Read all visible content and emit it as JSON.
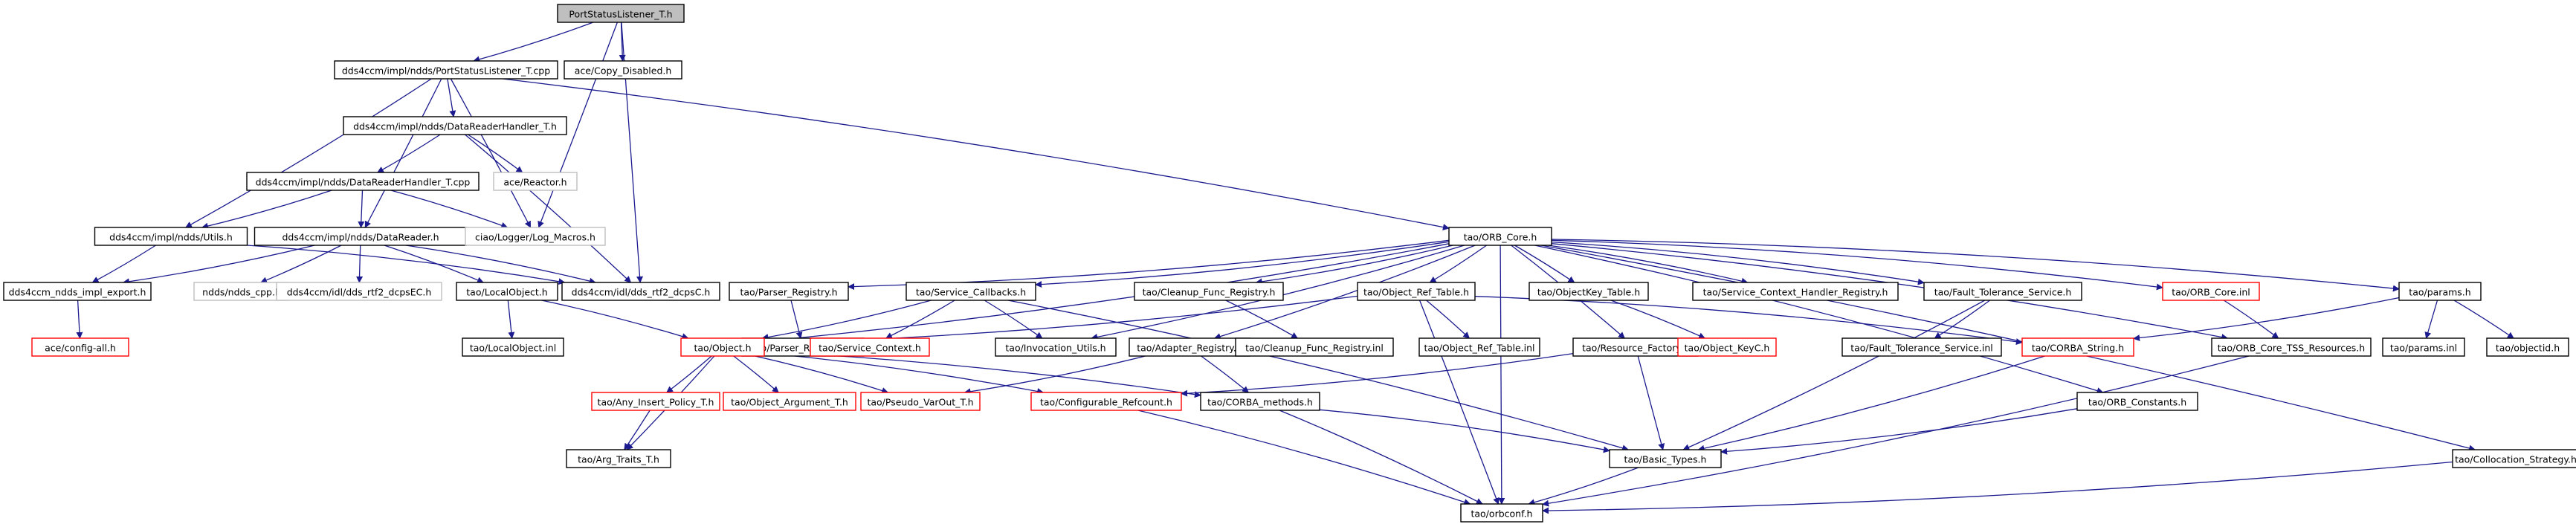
{
  "graph": {
    "nodes": [
      {
        "id": "root",
        "label": "PortStatusListener_T.h",
        "style": "root"
      },
      {
        "id": "pslcpp",
        "label": "dds4ccm/impl/ndds/PortStatusListener_T.cpp",
        "style": "normal"
      },
      {
        "id": "copydis",
        "label": "ace/Copy_Disabled.h",
        "style": "normal"
      },
      {
        "id": "drh",
        "label": "dds4ccm/impl/ndds/DataReaderHandler_T.h",
        "style": "normal"
      },
      {
        "id": "drhcpp",
        "label": "dds4ccm/impl/ndds/DataReaderHandler_T.cpp",
        "style": "normal"
      },
      {
        "id": "reactor",
        "label": "ace/Reactor.h",
        "style": "gray"
      },
      {
        "id": "utils",
        "label": "dds4ccm/impl/ndds/Utils.h",
        "style": "normal"
      },
      {
        "id": "datareader",
        "label": "dds4ccm/impl/ndds/DataReader.h",
        "style": "normal"
      },
      {
        "id": "logmacros",
        "label": "ciao/Logger/Log_Macros.h",
        "style": "gray"
      },
      {
        "id": "dcpsc",
        "label": "dds4ccm/idl/dds_rtf2_dcpsC.h",
        "style": "normal"
      },
      {
        "id": "orbcore",
        "label": "tao/ORB_Core.h",
        "style": "normal"
      },
      {
        "id": "implexport",
        "label": "dds4ccm_ndds_impl_export.h",
        "style": "normal"
      },
      {
        "id": "nddscpp",
        "label": "ndds/ndds_cpp.h",
        "style": "gray"
      },
      {
        "id": "dcpsec",
        "label": "dds4ccm/idl/dds_rtf2_dcpsEC.h",
        "style": "gray"
      },
      {
        "id": "localobj",
        "label": "tao/LocalObject.h",
        "style": "normal"
      },
      {
        "id": "configall",
        "label": "ace/config-all.h",
        "style": "red"
      },
      {
        "id": "localinl",
        "label": "tao/LocalObject.inl",
        "style": "normal"
      },
      {
        "id": "parserreg",
        "label": "tao/Parser_Registry.h",
        "style": "normal"
      },
      {
        "id": "svccb",
        "label": "tao/Service_Callbacks.h",
        "style": "normal"
      },
      {
        "id": "cleanup",
        "label": "tao/Cleanup_Func_Registry.h",
        "style": "normal"
      },
      {
        "id": "objreftab",
        "label": "tao/Object_Ref_Table.h",
        "style": "normal"
      },
      {
        "id": "objkeytab",
        "label": "tao/ObjectKey_Table.h",
        "style": "normal"
      },
      {
        "id": "schreg",
        "label": "tao/Service_Context_Handler_Registry.h",
        "style": "normal"
      },
      {
        "id": "ftsvc",
        "label": "tao/Fault_Tolerance_Service.h",
        "style": "normal"
      },
      {
        "id": "orbcoreinl",
        "label": "tao/ORB_Core.inl",
        "style": "red"
      },
      {
        "id": "params",
        "label": "tao/params.h",
        "style": "normal"
      },
      {
        "id": "parserinl",
        "label": "tao/Parser_Registry.inl",
        "style": "normal"
      },
      {
        "id": "object",
        "label": "tao/Object.h",
        "style": "red"
      },
      {
        "id": "svcctx",
        "label": "tao/Service_Context.h",
        "style": "red"
      },
      {
        "id": "invutils",
        "label": "tao/Invocation_Utils.h",
        "style": "normal"
      },
      {
        "id": "adapterreg",
        "label": "tao/Adapter_Registry.h",
        "style": "normal"
      },
      {
        "id": "cleanupinl",
        "label": "tao/Cleanup_Func_Registry.inl",
        "style": "normal"
      },
      {
        "id": "objreftabinl",
        "label": "tao/Object_Ref_Table.inl",
        "style": "normal"
      },
      {
        "id": "resfactory",
        "label": "tao/Resource_Factory.h",
        "style": "normal"
      },
      {
        "id": "objkeyc",
        "label": "tao/Object_KeyC.h",
        "style": "red"
      },
      {
        "id": "ftsvcinl",
        "label": "tao/Fault_Tolerance_Service.inl",
        "style": "normal"
      },
      {
        "id": "corbastr",
        "label": "tao/CORBA_String.h",
        "style": "red"
      },
      {
        "id": "paramsinl",
        "label": "tao/params.inl",
        "style": "normal"
      },
      {
        "id": "objectid",
        "label": "tao/objectid.h",
        "style": "normal"
      },
      {
        "id": "tssres",
        "label": "tao/ORB_Core_TSS_Resources.h",
        "style": "normal"
      },
      {
        "id": "anyinsert",
        "label": "tao/Any_Insert_Policy_T.h",
        "style": "red"
      },
      {
        "id": "objarg",
        "label": "tao/Object_Argument_T.h",
        "style": "red"
      },
      {
        "id": "pseudovar",
        "label": "tao/Pseudo_VarOut_T.h",
        "style": "red"
      },
      {
        "id": "cfgrefcount",
        "label": "tao/Configurable_Refcount.h",
        "style": "red"
      },
      {
        "id": "corbameth",
        "label": "tao/CORBA_methods.h",
        "style": "normal"
      },
      {
        "id": "orbconst",
        "label": "tao/ORB_Constants.h",
        "style": "normal"
      },
      {
        "id": "argtraits",
        "label": "tao/Arg_Traits_T.h",
        "style": "normal"
      },
      {
        "id": "basictypes",
        "label": "tao/Basic_Types.h",
        "style": "normal"
      },
      {
        "id": "collocstrat",
        "label": "tao/Collocation_Strategy.h",
        "style": "normal"
      },
      {
        "id": "orbconf",
        "label": "tao/orbconf.h",
        "style": "normal"
      }
    ],
    "edges": [
      [
        "root",
        "pslcpp"
      ],
      [
        "root",
        "copydis"
      ],
      [
        "root",
        "dcpsc"
      ],
      [
        "root",
        "logmacros"
      ],
      [
        "pslcpp",
        "drh"
      ],
      [
        "pslcpp",
        "utils"
      ],
      [
        "pslcpp",
        "datareader"
      ],
      [
        "pslcpp",
        "orbcore"
      ],
      [
        "pslcpp",
        "logmacros"
      ],
      [
        "drh",
        "drhcpp"
      ],
      [
        "drh",
        "reactor"
      ],
      [
        "drh",
        "dcpsc"
      ],
      [
        "drhcpp",
        "utils"
      ],
      [
        "drhcpp",
        "datareader"
      ],
      [
        "drhcpp",
        "logmacros"
      ],
      [
        "utils",
        "implexport"
      ],
      [
        "utils",
        "dcpsc"
      ],
      [
        "datareader",
        "implexport"
      ],
      [
        "datareader",
        "nddscpp"
      ],
      [
        "datareader",
        "dcpsec"
      ],
      [
        "datareader",
        "dcpsc"
      ],
      [
        "datareader",
        "localobj"
      ],
      [
        "implexport",
        "configall"
      ],
      [
        "localobj",
        "localinl"
      ],
      [
        "localobj",
        "object"
      ],
      [
        "orbcore",
        "parserreg"
      ],
      [
        "orbcore",
        "svccb"
      ],
      [
        "orbcore",
        "cleanup"
      ],
      [
        "orbcore",
        "objreftab"
      ],
      [
        "orbcore",
        "objkeytab"
      ],
      [
        "orbcore",
        "schreg"
      ],
      [
        "orbcore",
        "ftsvc"
      ],
      [
        "orbcore",
        "orbcoreinl"
      ],
      [
        "orbcore",
        "params"
      ],
      [
        "orbcore",
        "object"
      ],
      [
        "orbcore",
        "invutils"
      ],
      [
        "orbcore",
        "adapterreg"
      ],
      [
        "orbcore",
        "resfactory"
      ],
      [
        "orbcore",
        "tssres"
      ],
      [
        "orbcore",
        "orbconst"
      ],
      [
        "orbcore",
        "collocstrat"
      ],
      [
        "orbcore",
        "orbconf"
      ],
      [
        "parserreg",
        "parserinl"
      ],
      [
        "svccb",
        "object"
      ],
      [
        "svccb",
        "svcctx"
      ],
      [
        "svccb",
        "invutils"
      ],
      [
        "svccb",
        "basictypes"
      ],
      [
        "cleanup",
        "cleanupinl"
      ],
      [
        "objreftab",
        "objreftabinl"
      ],
      [
        "objreftab",
        "object"
      ],
      [
        "objreftab",
        "corbastr"
      ],
      [
        "objreftab",
        "orbconf"
      ],
      [
        "objkeytab",
        "objkeyc"
      ],
      [
        "ftsvc",
        "ftsvcinl"
      ],
      [
        "ftsvc",
        "basictypes"
      ],
      [
        "orbcoreinl",
        "tssres"
      ],
      [
        "params",
        "paramsinl"
      ],
      [
        "params",
        "objectid"
      ],
      [
        "params",
        "corbastr"
      ],
      [
        "object",
        "anyinsert"
      ],
      [
        "object",
        "objarg"
      ],
      [
        "object",
        "pseudovar"
      ],
      [
        "object",
        "cfgrefcount"
      ],
      [
        "object",
        "corbameth"
      ],
      [
        "object",
        "argtraits"
      ],
      [
        "adapterreg",
        "pseudovar"
      ],
      [
        "adapterreg",
        "corbameth"
      ],
      [
        "resfactory",
        "basictypes"
      ],
      [
        "resfactory",
        "cfgrefcount"
      ],
      [
        "anyinsert",
        "argtraits"
      ],
      [
        "corbastr",
        "basictypes"
      ],
      [
        "tssres",
        "orbconf"
      ],
      [
        "cfgrefcount",
        "orbconf"
      ],
      [
        "corbameth",
        "basictypes"
      ],
      [
        "corbameth",
        "orbconf"
      ],
      [
        "orbconst",
        "basictypes"
      ],
      [
        "basictypes",
        "orbconf"
      ],
      [
        "collocstrat",
        "orbconf"
      ]
    ]
  }
}
